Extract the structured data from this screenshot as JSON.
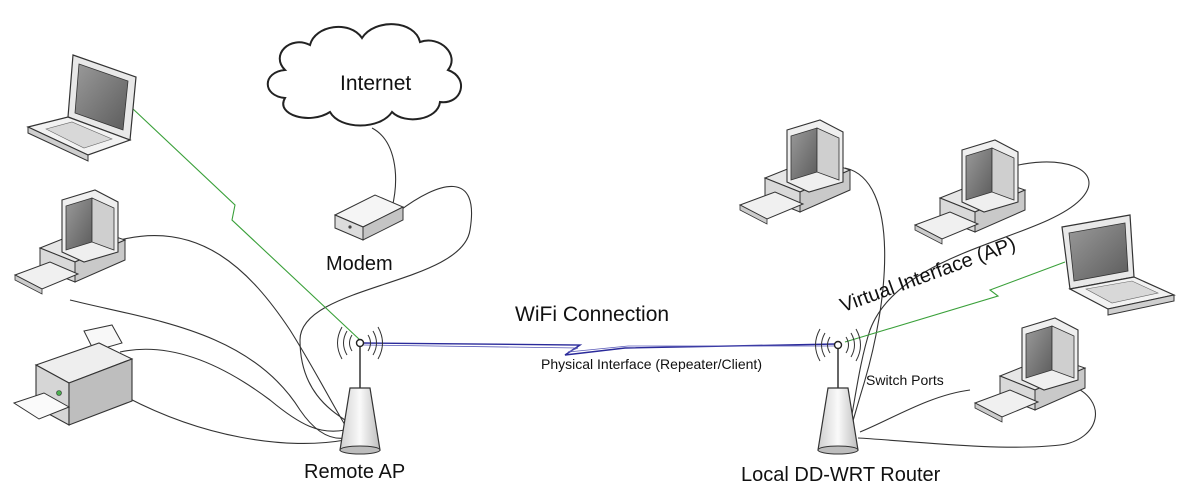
{
  "labels": {
    "internet": "Internet",
    "modem": "Modem",
    "wifi_connection": "WiFi Connection",
    "physical_interface": "Physical Interface (Repeater/Client)",
    "virtual_interface": "Virtual Interface (AP)",
    "switch_ports": "Switch Ports",
    "remote_ap": "Remote AP",
    "local_router": "Local DD-WRT Router"
  },
  "colors": {
    "wifi_link": "#2a2a9a",
    "wireless_green": "#3aa03a",
    "cable": "#333333",
    "device_face": "#f2f2f2",
    "device_shade": "#cfcfcf",
    "screen": "#7a7a7a"
  }
}
